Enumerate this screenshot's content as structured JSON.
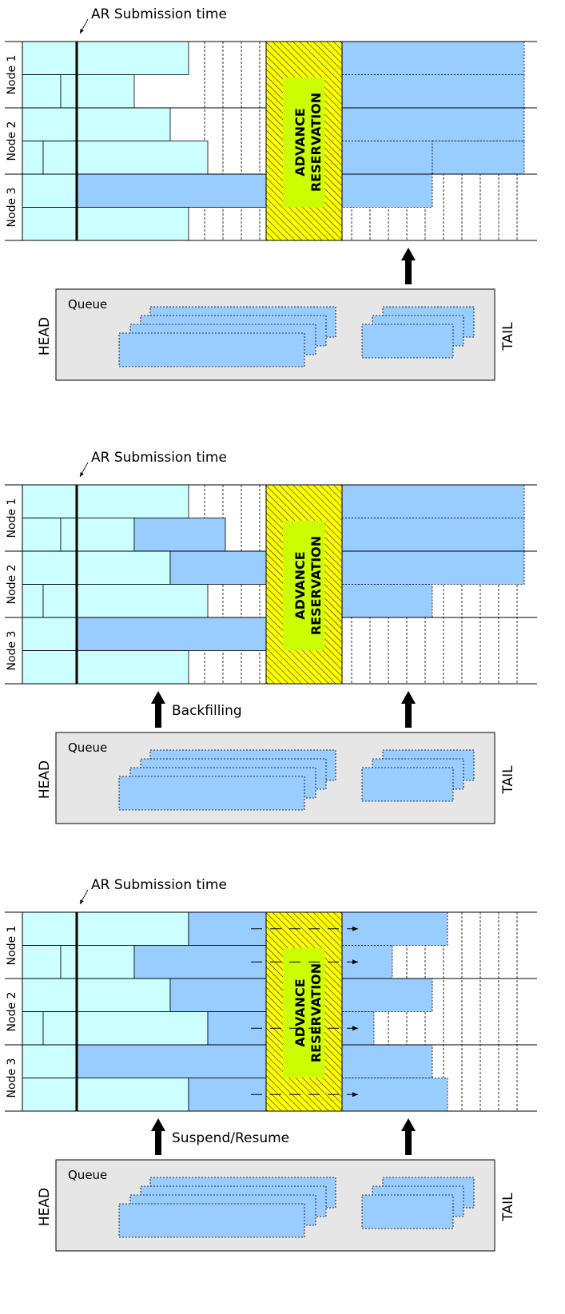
{
  "colors": {
    "early_job": "#ccffff",
    "late_job": "#99ccff",
    "reservation_fill": "#ffff00",
    "reservation_label_bg": "#ccff00",
    "queue_bg": "#e6e6e6"
  },
  "panels": [
    {
      "id": "panel-1",
      "submission_label": "AR Submission time",
      "nodes": [
        "Node 1",
        "Node 2",
        "Node 3"
      ],
      "reservation_label": [
        "ADVANCE",
        "RESERVATION"
      ],
      "queue_label": "Queue",
      "head_label": "HEAD",
      "tail_label": "TAIL",
      "mid_arrow_label": "",
      "has_mid_arrow": false,
      "has_suspend_arrows": false
    },
    {
      "id": "panel-2",
      "submission_label": "AR Submission time",
      "nodes": [
        "Node 1",
        "Node 2",
        "Node 3"
      ],
      "reservation_label": [
        "ADVANCE",
        "RESERVATION"
      ],
      "queue_label": "Queue",
      "head_label": "HEAD",
      "tail_label": "TAIL",
      "mid_arrow_label": "Backfilling",
      "has_mid_arrow": true,
      "has_suspend_arrows": false
    },
    {
      "id": "panel-3",
      "submission_label": "AR Submission time",
      "nodes": [
        "Node 1",
        "Node 2",
        "Node 3"
      ],
      "reservation_label": [
        "ADVANCE",
        "RESERVATION"
      ],
      "queue_label": "Queue",
      "head_label": "HEAD",
      "tail_label": "TAIL",
      "mid_arrow_label": "Suspend/Resume",
      "has_mid_arrow": true,
      "has_suspend_arrows": true
    }
  ]
}
